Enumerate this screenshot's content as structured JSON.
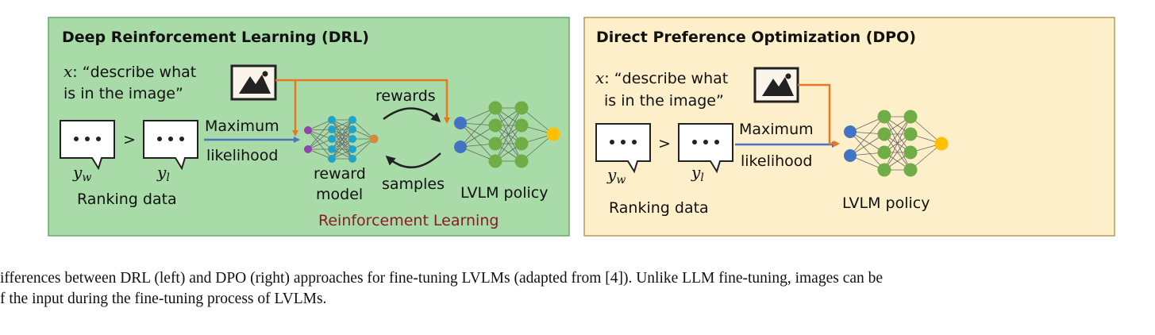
{
  "drl": {
    "title": "Deep Reinforcement Learning (DRL)",
    "prompt_var": "x",
    "prompt_line1": ": “describe what",
    "prompt_line2": "is in the image”",
    "ranking_greater": ">",
    "yw": "y",
    "yw_sub": "w",
    "yl": "y",
    "yl_sub": "l",
    "ranking_label": "Ranking data",
    "ml_line1": "Maximum",
    "ml_line2": "likelihood",
    "rewards": "rewards",
    "samples": "samples",
    "reward_model_line1": "reward",
    "reward_model_line2": "model",
    "policy_label": "LVLM policy",
    "rl_label": "Reinforcement Learning"
  },
  "dpo": {
    "title": "Direct Preference Optimization (DPO)",
    "prompt_var": "x",
    "prompt_line1": ": “describe what",
    "prompt_line2": "is in the image”",
    "ranking_greater": ">",
    "yw": "y",
    "yw_sub": "w",
    "yl": "y",
    "yl_sub": "l",
    "ranking_label": "Ranking data",
    "ml_line1": "Maximum",
    "ml_line2": "likelihood",
    "policy_label": "LVLM policy"
  },
  "caption": {
    "line1": "ifferences between DRL (left) and DPO (right) approaches for fine-tuning LVLMs (adapted from [4]). Unlike LLM fine-tuning, images can be",
    "line2": "f the input during the fine-tuning process of LVLMs."
  },
  "colors": {
    "drl_bg": "#a8dba8",
    "drl_border": "#6aa86a",
    "dpo_bg": "#fdefc9",
    "dpo_border": "#b89a55",
    "orange_arrow": "#e87722",
    "blue_arrow": "#4a72c4",
    "node_green": "#70ad47",
    "node_blue": "#4472c4",
    "node_yellow": "#ffc000",
    "node_purple": "#8e44ad",
    "node_teal": "#1fa3c9",
    "node_orange": "#d48a3c"
  }
}
